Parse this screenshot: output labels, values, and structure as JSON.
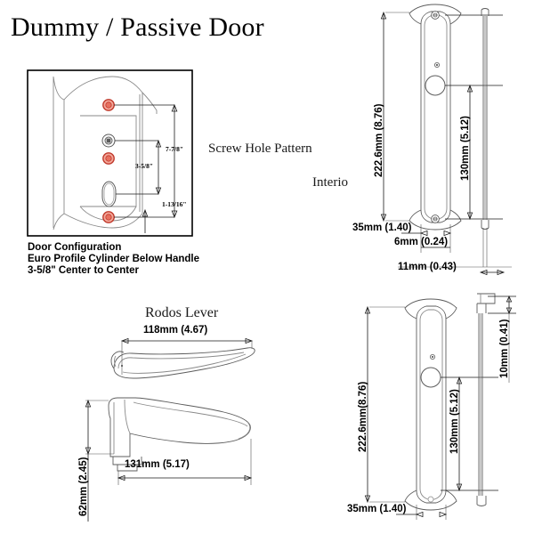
{
  "page": {
    "title": "Dummy / Passive Door",
    "background_color": "#ffffff",
    "line_color": "#000000",
    "part_outline_color": "#8a8a8a",
    "screw_hole_color": "#e8705f",
    "screw_hole_outline_color": "#c0392b"
  },
  "screw_hole_panel": {
    "caption_title": "Screw Hole Pattern",
    "dimensions": {
      "top_to_bottom": "7-7/8\"",
      "center_to_center": "3-5/8\"",
      "lower_spacing": "1-13/16\""
    },
    "notes": {
      "line1": "Door Configuration",
      "line2": "Euro Profile Cylinder Below Handle",
      "line3": "3-5/8\" Center to Center"
    }
  },
  "interior_label": "Interio",
  "lever": {
    "title": "Rodos Lever",
    "top_view_length": "118mm (4.67)",
    "side_view_length": "131mm (5.17)",
    "side_view_height": "62mm (2.45)"
  },
  "escutcheon_top": {
    "plate_height": "222.6mm (8.76)",
    "hole_spacing": "130mm (5.12)",
    "plate_width": "35mm (1.40)",
    "plate_thickness": "6mm (0.24)",
    "profile_offset": "11mm (0.43)"
  },
  "escutcheon_bottom": {
    "plate_height": "222.6mm(8.76)",
    "hole_spacing": "130mm (5.12)",
    "plate_width": "35mm (1.40)",
    "profile_depth": "10mm (0.41)"
  }
}
